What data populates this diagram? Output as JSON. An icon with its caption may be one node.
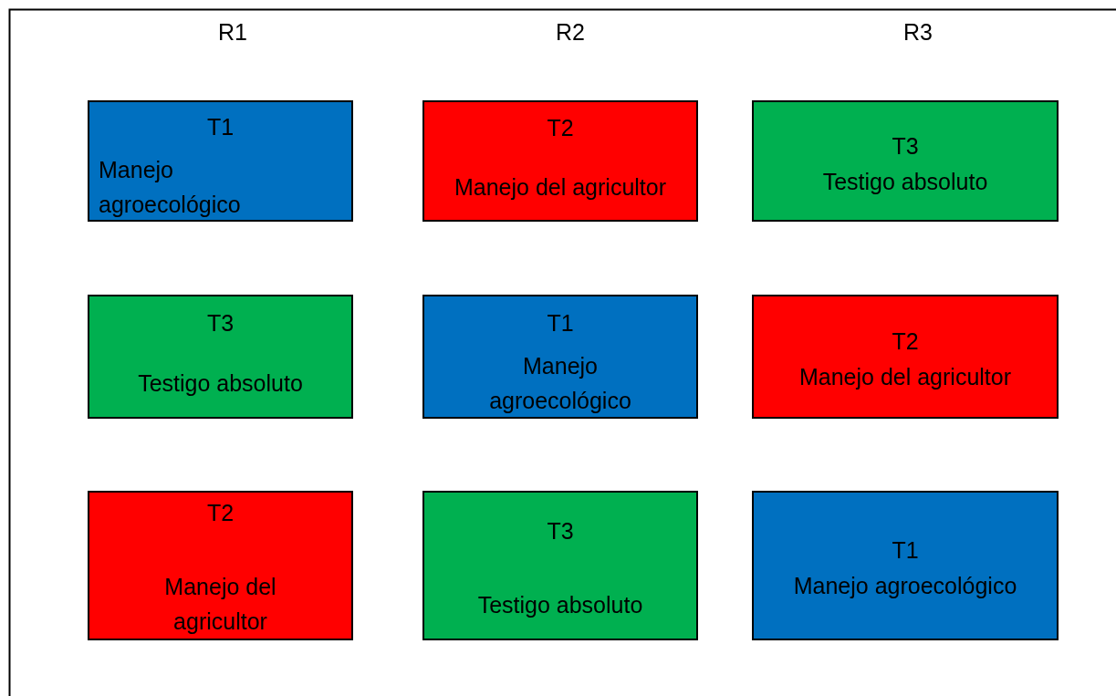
{
  "diagram": {
    "nodes": [
      {
        "text": [
          "T1",
          "Manejo agroecológico"
        ]
      },
      {
        "text": [
          "T2",
          "Manejo del agricultor"
        ]
      },
      {
        "text": [
          "T3",
          "Testigo absoluto"
        ]
      },
      {
        "text": [
          "T3",
          "Testigo absoluto"
        ]
      },
      {
        "text": [
          "T1",
          "Manejo agroecológico"
        ]
      },
      {
        "text": [
          "T2",
          "Manejo del agricultor"
        ]
      },
      {
        "text": [
          "T2",
          "Manejo del agricultor"
        ]
      },
      {
        "text": [
          "T3",
          "Testigo absoluto"
        ]
      },
      {
        "text": [
          "T1",
          "Manejo agroecológico"
        ]
      }
    ],
    "labels": [
      "R1",
      "R2",
      "R3"
    ]
  }
}
